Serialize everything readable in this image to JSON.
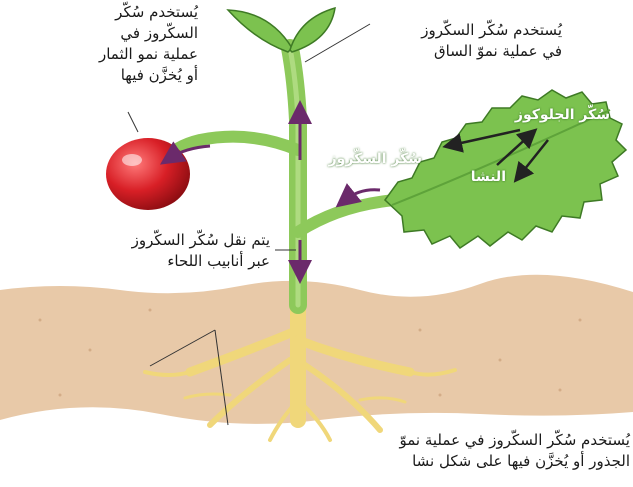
{
  "labels": {
    "fruit": "يُستخدم سُكّر\nالسكّروز في\nعملية نمو الثمار\nأو يُخزَّن فيها",
    "stem_growth": "يُستخدم سُكّر السكّروز\nفي عملية نموّ الساق",
    "glucose": "سُكّر الجلوكوز",
    "sucrose_leaf": "سُكّر السكّروز",
    "starch": "النشا",
    "transport": "يتم نقل سُكّر السكّروز\nعبر أنابيب اللحاء",
    "roots": "يُستخدم سُكّر السكّروز في عملية نموّ\nالجذور أو يُخزَّن فيها على شكل نشا"
  },
  "colors": {
    "soil": "#e8c9a8",
    "stem": "#8dc95a",
    "leaf": "#7cc24f",
    "root": "#f3de8a",
    "fruit": "#d81f26",
    "arrow": "#6b2a6b"
  }
}
